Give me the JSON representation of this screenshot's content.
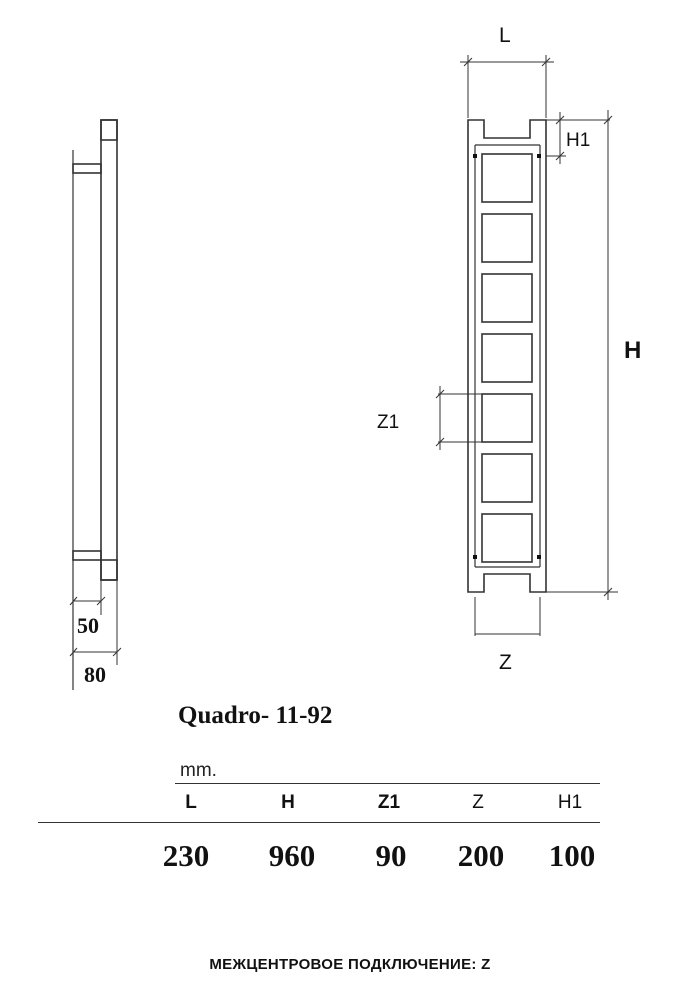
{
  "diagram": {
    "side_view": {
      "dim_inner": "50",
      "dim_outer": "80"
    },
    "front_view": {
      "dim_L": "L",
      "dim_H": "H",
      "dim_H1": "H1",
      "dim_Z1": "Z1",
      "dim_Z": "Z"
    }
  },
  "model": {
    "title": "Quadro-  11-92"
  },
  "specs": {
    "units": "mm.",
    "headers": [
      "L",
      "H",
      "Z1",
      "Z",
      "H1"
    ],
    "values": [
      "230",
      "960",
      "90",
      "200",
      "100"
    ]
  },
  "footer": {
    "note": "МЕЖЦЕНТРОВОЕ ПОДКЛЮЧЕНИЕ: Z"
  },
  "colors": {
    "line": "#333333",
    "text": "#111111",
    "background": "#ffffff"
  }
}
